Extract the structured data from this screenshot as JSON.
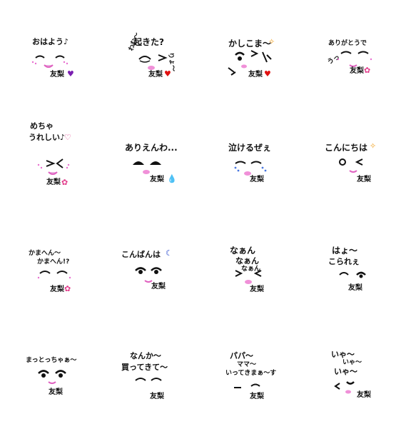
{
  "name_label": "友梨",
  "stickers": [
    {
      "lines": [
        "おはよう♪"
      ],
      "name": "友梨"
    },
    {
      "lines": [
        "起きた?"
      ],
      "side": "りょ〜",
      "extra": "わむ〜",
      "name": "友梨"
    },
    {
      "lines": [
        "かしこま〜"
      ],
      "name": "友梨"
    },
    {
      "lines": [
        "ありがとうで"
      ],
      "side": "うっ",
      "name": "友梨"
    },
    {
      "lines": [
        "めちゃ",
        "うれしい♪"
      ],
      "name": "友梨"
    },
    {
      "lines": [
        "ありえんわ..."
      ],
      "name": "友梨"
    },
    {
      "lines": [
        "泣けるぜぇ"
      ],
      "name": "友梨"
    },
    {
      "lines": [
        "こんにちは"
      ],
      "name": "友梨"
    },
    {
      "lines": [
        "かまへん〜",
        "かまへん!?"
      ],
      "name": "友梨"
    },
    {
      "lines": [
        "こんばんは"
      ],
      "name": "友梨"
    },
    {
      "lines": [
        "なぁん",
        "なぁん",
        "なぁん"
      ],
      "name": "友梨"
    },
    {
      "lines": [
        "はょ〜",
        "こられぇ"
      ],
      "name": "友梨"
    },
    {
      "lines": [
        "まっとっちゃぁ〜"
      ],
      "name": "友梨"
    },
    {
      "lines": [
        "なんか〜",
        "買ってきて〜"
      ],
      "name": "友梨"
    },
    {
      "lines": [
        "パパ〜",
        "ママ〜",
        "いってきまぁ〜す"
      ],
      "name": "友梨"
    },
    {
      "lines": [
        "いゃ〜",
        "いゃ〜",
        "いゃ〜"
      ],
      "name": "友梨"
    }
  ],
  "colors": {
    "text": "#111111",
    "cheek": "#e86fd0",
    "mouth": "#e060c0",
    "heart_purple": "#7a1fb0",
    "heart_red": "#e01010",
    "sparkle": "#f0b040",
    "blue": "#2244cc"
  }
}
